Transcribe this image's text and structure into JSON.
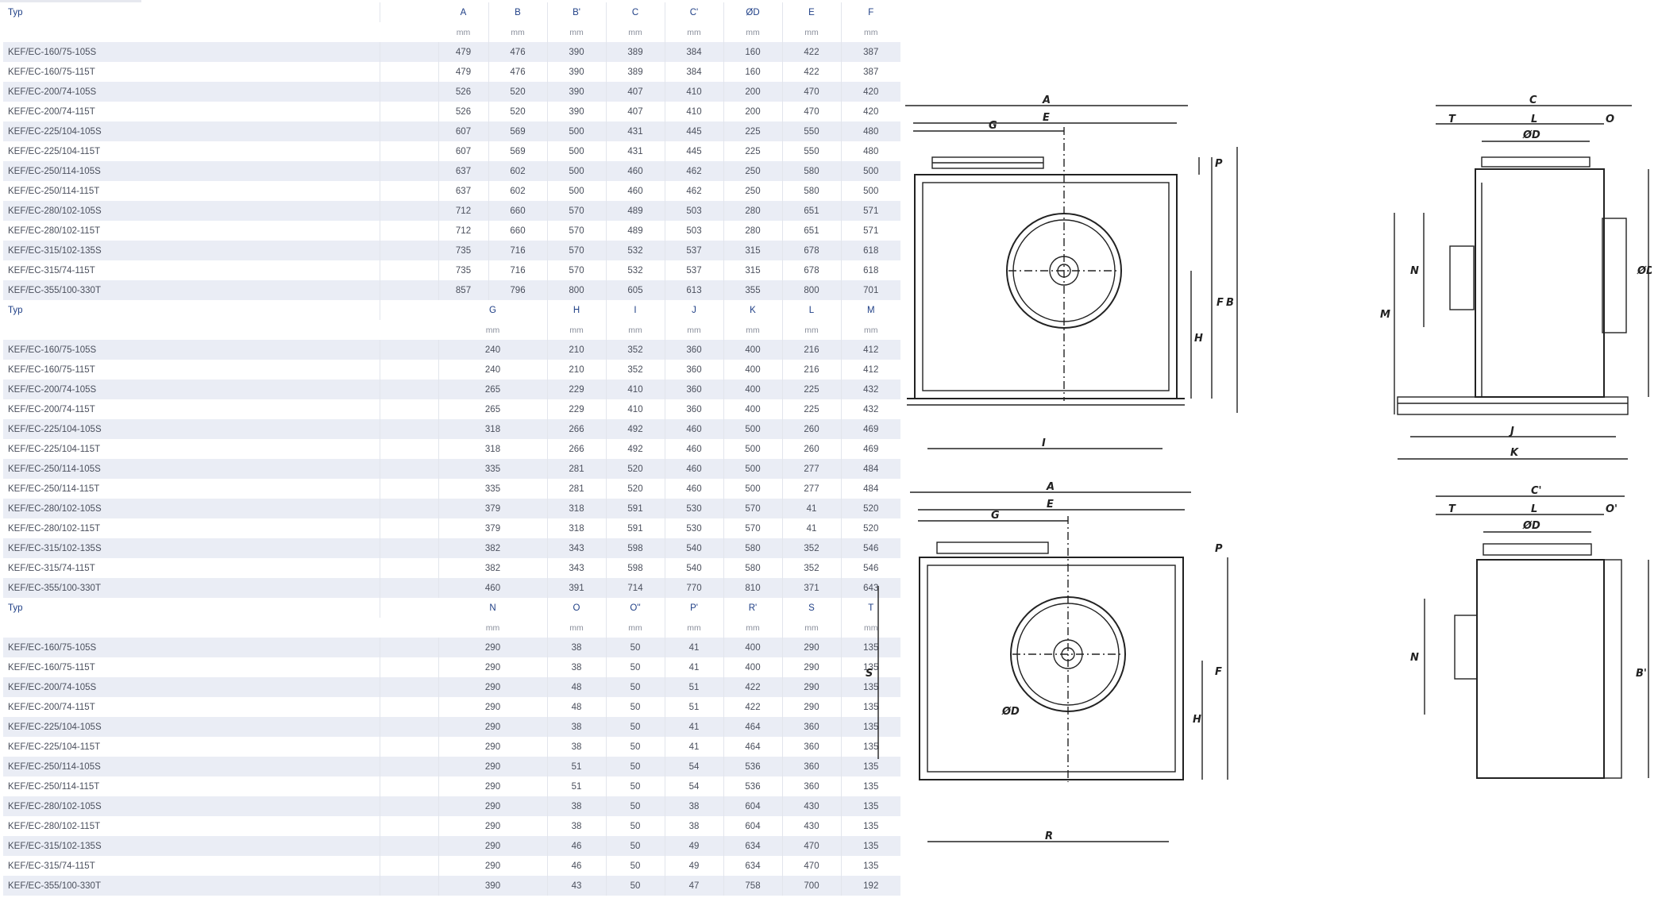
{
  "table1": {
    "headers": [
      "Typ",
      "",
      "A",
      "B",
      "B'",
      "C",
      "C'",
      "ØD",
      "E",
      "F"
    ],
    "units": [
      "",
      "",
      "mm",
      "mm",
      "mm",
      "mm",
      "mm",
      "mm",
      "mm",
      "mm"
    ],
    "rows": [
      [
        "KEF/EC-160/75-105S",
        "479",
        "476",
        "390",
        "389",
        "384",
        "160",
        "422",
        "387"
      ],
      [
        "KEF/EC-160/75-115T",
        "479",
        "476",
        "390",
        "389",
        "384",
        "160",
        "422",
        "387"
      ],
      [
        "KEF/EC-200/74-105S",
        "526",
        "520",
        "390",
        "407",
        "410",
        "200",
        "470",
        "420"
      ],
      [
        "KEF/EC-200/74-115T",
        "526",
        "520",
        "390",
        "407",
        "410",
        "200",
        "470",
        "420"
      ],
      [
        "KEF/EC-225/104-105S",
        "607",
        "569",
        "500",
        "431",
        "445",
        "225",
        "550",
        "480"
      ],
      [
        "KEF/EC-225/104-115T",
        "607",
        "569",
        "500",
        "431",
        "445",
        "225",
        "550",
        "480"
      ],
      [
        "KEF/EC-250/114-105S",
        "637",
        "602",
        "500",
        "460",
        "462",
        "250",
        "580",
        "500"
      ],
      [
        "KEF/EC-250/114-115T",
        "637",
        "602",
        "500",
        "460",
        "462",
        "250",
        "580",
        "500"
      ],
      [
        "KEF/EC-280/102-105S",
        "712",
        "660",
        "570",
        "489",
        "503",
        "280",
        "651",
        "571"
      ],
      [
        "KEF/EC-280/102-115T",
        "712",
        "660",
        "570",
        "489",
        "503",
        "280",
        "651",
        "571"
      ],
      [
        "KEF/EC-315/102-135S",
        "735",
        "716",
        "570",
        "532",
        "537",
        "315",
        "678",
        "618"
      ],
      [
        "KEF/EC-315/74-115T",
        "735",
        "716",
        "570",
        "532",
        "537",
        "315",
        "678",
        "618"
      ],
      [
        "KEF/EC-355/100-330T",
        "857",
        "796",
        "800",
        "605",
        "613",
        "355",
        "800",
        "701"
      ]
    ]
  },
  "table2": {
    "headers": [
      "Typ",
      "",
      "",
      "G",
      "H",
      "I",
      "J",
      "K",
      "L",
      "M"
    ],
    "units": [
      "",
      "",
      "",
      "mm",
      "mm",
      "mm",
      "mm",
      "mm",
      "mm",
      "mm"
    ],
    "rows": [
      [
        "KEF/EC-160/75-105S",
        "240",
        "210",
        "352",
        "360",
        "400",
        "216",
        "412"
      ],
      [
        "KEF/EC-160/75-115T",
        "240",
        "210",
        "352",
        "360",
        "400",
        "216",
        "412"
      ],
      [
        "KEF/EC-200/74-105S",
        "265",
        "229",
        "410",
        "360",
        "400",
        "225",
        "432"
      ],
      [
        "KEF/EC-200/74-115T",
        "265",
        "229",
        "410",
        "360",
        "400",
        "225",
        "432"
      ],
      [
        "KEF/EC-225/104-105S",
        "318",
        "266",
        "492",
        "460",
        "500",
        "260",
        "469"
      ],
      [
        "KEF/EC-225/104-115T",
        "318",
        "266",
        "492",
        "460",
        "500",
        "260",
        "469"
      ],
      [
        "KEF/EC-250/114-105S",
        "335",
        "281",
        "520",
        "460",
        "500",
        "277",
        "484"
      ],
      [
        "KEF/EC-250/114-115T",
        "335",
        "281",
        "520",
        "460",
        "500",
        "277",
        "484"
      ],
      [
        "KEF/EC-280/102-105S",
        "379",
        "318",
        "591",
        "530",
        "570",
        "41",
        "520"
      ],
      [
        "KEF/EC-280/102-115T",
        "379",
        "318",
        "591",
        "530",
        "570",
        "41",
        "520"
      ],
      [
        "KEF/EC-315/102-135S",
        "382",
        "343",
        "598",
        "540",
        "580",
        "352",
        "546"
      ],
      [
        "KEF/EC-315/74-115T",
        "382",
        "343",
        "598",
        "540",
        "580",
        "352",
        "546"
      ],
      [
        "KEF/EC-355/100-330T",
        "460",
        "391",
        "714",
        "770",
        "810",
        "371",
        "643"
      ]
    ]
  },
  "table3": {
    "headers": [
      "Typ",
      "",
      "",
      "N",
      "O",
      "O''",
      "P'",
      "R'",
      "S",
      "T"
    ],
    "units": [
      "",
      "",
      "",
      "mm",
      "mm",
      "mm",
      "mm",
      "mm",
      "mm",
      "mm"
    ],
    "rows": [
      [
        "KEF/EC-160/75-105S",
        "290",
        "38",
        "50",
        "41",
        "400",
        "290",
        "135"
      ],
      [
        "KEF/EC-160/75-115T",
        "290",
        "38",
        "50",
        "41",
        "400",
        "290",
        "135"
      ],
      [
        "KEF/EC-200/74-105S",
        "290",
        "48",
        "50",
        "51",
        "422",
        "290",
        "135"
      ],
      [
        "KEF/EC-200/74-115T",
        "290",
        "48",
        "50",
        "51",
        "422",
        "290",
        "135"
      ],
      [
        "KEF/EC-225/104-105S",
        "290",
        "38",
        "50",
        "41",
        "464",
        "360",
        "135"
      ],
      [
        "KEF/EC-225/104-115T",
        "290",
        "38",
        "50",
        "41",
        "464",
        "360",
        "135"
      ],
      [
        "KEF/EC-250/114-105S",
        "290",
        "51",
        "50",
        "54",
        "536",
        "360",
        "135"
      ],
      [
        "KEF/EC-250/114-115T",
        "290",
        "51",
        "50",
        "54",
        "536",
        "360",
        "135"
      ],
      [
        "KEF/EC-280/102-105S",
        "290",
        "38",
        "50",
        "38",
        "604",
        "430",
        "135"
      ],
      [
        "KEF/EC-280/102-115T",
        "290",
        "38",
        "50",
        "38",
        "604",
        "430",
        "135"
      ],
      [
        "KEF/EC-315/102-135S",
        "290",
        "46",
        "50",
        "49",
        "634",
        "470",
        "135"
      ],
      [
        "KEF/EC-315/74-115T",
        "290",
        "46",
        "50",
        "49",
        "634",
        "470",
        "135"
      ],
      [
        "KEF/EC-355/100-330T",
        "390",
        "43",
        "50",
        "47",
        "758",
        "700",
        "192"
      ]
    ]
  },
  "drawing_labels": {
    "A": "A",
    "E": "E",
    "G": "G",
    "P": "P",
    "F": "F",
    "B": "B",
    "H": "H",
    "I": "I",
    "C": "C",
    "T": "T",
    "L": "L",
    "O": "O",
    "D": "ØD",
    "N": "N",
    "M": "M",
    "J": "J",
    "K": "K",
    "S": "S",
    "R": "R",
    "C2": "C'",
    "O2": "O'",
    "B2": "B'"
  }
}
